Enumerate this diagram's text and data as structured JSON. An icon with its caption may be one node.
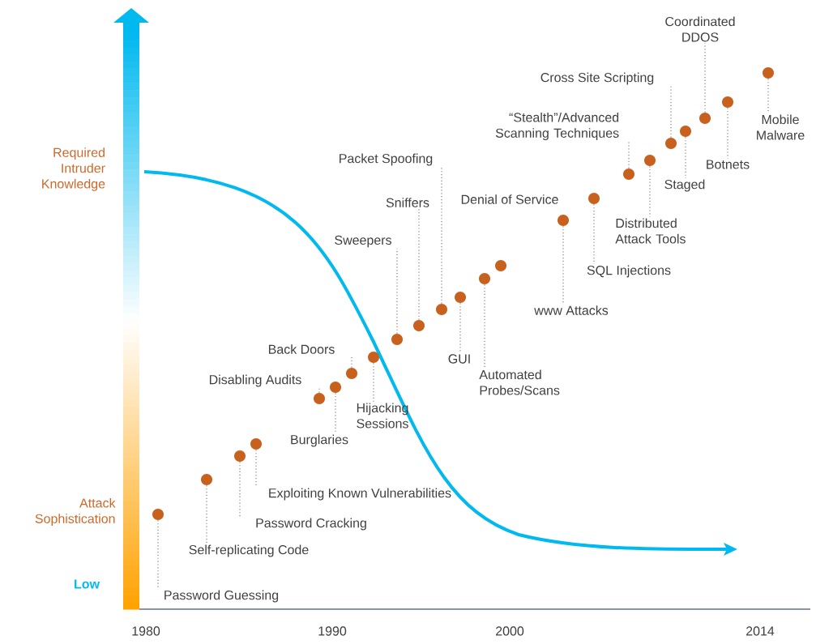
{
  "diagram": {
    "nodes": [
      {
        "text": [
          "Password Guessing"
        ]
      },
      {
        "text": [],
        "shape": "circle"
      },
      {
        "text": [
          "Self-replicating Code"
        ]
      },
      {
        "text": [],
        "shape": "circle"
      },
      {
        "text": [
          "Password Cracking"
        ]
      },
      {
        "text": [],
        "shape": "circle"
      },
      {
        "text": [
          "Exploiting Known Vulnerabilities"
        ]
      },
      {
        "text": [],
        "shape": "circle"
      },
      {
        "text": [
          "Disabling Audits"
        ]
      },
      {
        "text": [],
        "shape": "circle"
      },
      {
        "text": [
          "Burglaries"
        ]
      },
      {
        "text": [],
        "shape": "circle"
      },
      {
        "text": [
          "Back Doors"
        ]
      },
      {
        "text": [],
        "shape": "circle"
      },
      {
        "text": [
          "Hijacking Sessions"
        ]
      },
      {
        "text": [],
        "shape": "circle"
      },
      {
        "text": [
          "Sweepers"
        ]
      },
      {
        "text": [],
        "shape": "circle"
      },
      {
        "text": [
          "Sniffers"
        ]
      },
      {
        "text": [],
        "shape": "circle"
      },
      {
        "text": [
          "Packet Spoofing"
        ]
      },
      {
        "text": [],
        "shape": "circle"
      },
      {
        "text": [
          "GUI"
        ]
      },
      {
        "text": [],
        "shape": "circle"
      },
      {
        "text": [
          "Automated Probes/Scans"
        ]
      },
      {
        "text": [],
        "shape": "circle"
      },
      {
        "text": [],
        "shape": "circle"
      },
      {
        "text": [
          "www Attacks"
        ]
      },
      {
        "text": [],
        "shape": "circle"
      },
      {
        "text": [
          "SQL Injections"
        ]
      },
      {
        "text": [],
        "shape": "circle"
      },
      {
        "text": [
          "“Stealth”/Advanced Scanning Techniques"
        ]
      },
      {
        "text": [],
        "shape": "circle"
      },
      {
        "text": [
          "Distributed Attack Tools"
        ]
      },
      {
        "text": [],
        "shape": "circle"
      },
      {
        "text": [
          "Cross Site Scripting"
        ]
      },
      {
        "text": [],
        "shape": "circle"
      },
      {
        "text": [
          "Staged"
        ]
      },
      {
        "text": [],
        "shape": "circle"
      },
      {
        "text": [
          "Coordinated DDOS"
        ]
      },
      {
        "text": [],
        "shape": "circle"
      },
      {
        "text": [
          "Botnets"
        ]
      },
      {
        "text": [],
        "shape": "circle"
      },
      {
        "text": [
          "Mobile Malware"
        ]
      },
      {
        "text": [],
        "shape": "circle"
      }
    ],
    "edges": [
      {
        "from": 0,
        "to": 1,
        "arrow": "none"
      },
      {
        "from": 2,
        "to": 3,
        "arrow": "none"
      },
      {
        "from": 4,
        "to": 5,
        "arrow": "none"
      },
      {
        "from": 6,
        "to": 7,
        "arrow": "none"
      },
      {
        "from": 8,
        "to": 9,
        "arrow": "none"
      },
      {
        "from": 10,
        "to": 11,
        "arrow": "none"
      },
      {
        "from": 12,
        "to": 13,
        "arrow": "none"
      },
      {
        "from": 14,
        "to": 15,
        "arrow": "none"
      },
      {
        "from": 16,
        "to": 17,
        "arrow": "none"
      },
      {
        "from": 18,
        "to": 19,
        "arrow": "none"
      },
      {
        "from": 20,
        "to": 21,
        "arrow": "none"
      },
      {
        "from": 22,
        "to": 23,
        "arrow": "none"
      },
      {
        "from": 24,
        "to": 25,
        "arrow": "none"
      },
      {
        "from": 27,
        "to": 28,
        "arrow": "none"
      },
      {
        "from": 29,
        "to": 30,
        "arrow": "none"
      },
      {
        "from": 31,
        "to": 32,
        "arrow": "none"
      },
      {
        "from": 33,
        "to": 34,
        "arrow": "none"
      },
      {
        "from": 35,
        "to": 36,
        "arrow": "none"
      },
      {
        "from": 37,
        "to": 38,
        "arrow": "none"
      },
      {
        "from": 39,
        "to": 40,
        "arrow": "none"
      },
      {
        "from": 41,
        "to": 42,
        "arrow": "none"
      },
      {
        "from": 43,
        "to": 44,
        "arrow": "none"
      }
    ],
    "labels": [
      "Denial of Service",
      "Required Intruder Knowledge",
      "Attack Sophistication",
      "Low",
      "1980",
      "1990",
      "2000",
      "2014"
    ]
  }
}
